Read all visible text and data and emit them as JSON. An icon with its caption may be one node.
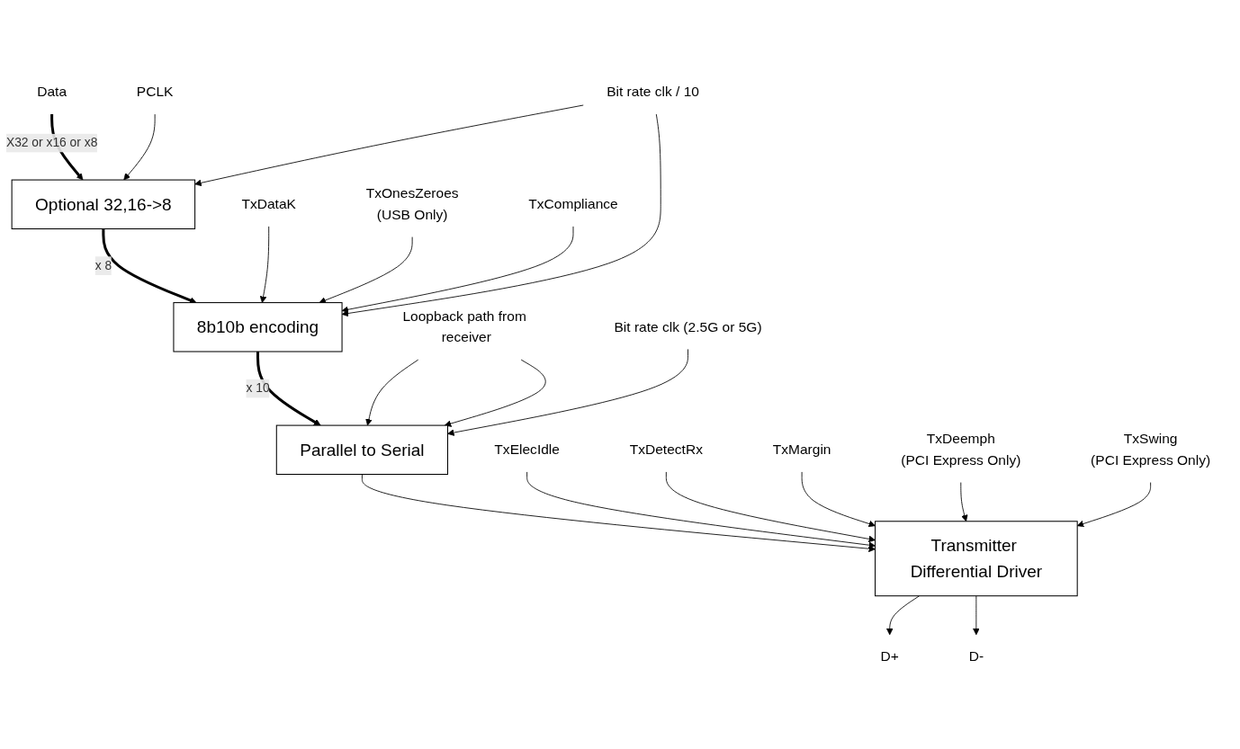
{
  "diagram": {
    "nodes": [
      {
        "text": [
          "Data"
        ]
      },
      {
        "text": [
          "Optional 32,16->8"
        ]
      },
      {
        "text": [
          "PCLK"
        ]
      },
      {
        "text": [
          "TxDataK"
        ]
      },
      {
        "text": [
          "TxOnesZeroes",
          "(USB Only)"
        ]
      },
      {
        "text": [
          "TxCompliance"
        ]
      },
      {
        "text": [
          "8b10b encoding"
        ]
      },
      {
        "text": [
          "Bit rate clk / 10"
        ]
      },
      {
        "text": [
          "Loopback path from receiver"
        ]
      },
      {
        "text": [
          "Parallel to Serial"
        ]
      },
      {
        "text": [
          "Bit rate clk (2.5G or 5G)"
        ]
      },
      {
        "text": [
          "TxElecIdle"
        ]
      },
      {
        "text": [
          "TxDetectRx"
        ]
      },
      {
        "text": [
          "Transmitter Differential Driver"
        ]
      },
      {
        "text": [
          "TxMargin"
        ]
      },
      {
        "text": [
          "TxDeemph",
          "(PCI Express Only)"
        ]
      },
      {
        "text": [
          "TxSwing",
          "(PCI Express Only)"
        ]
      },
      {
        "text": [
          "D+"
        ]
      },
      {
        "text": [
          "D-"
        ]
      }
    ],
    "edges": [
      {
        "from": 0,
        "to": 1,
        "arrow": "to",
        "label": "X32 or x16 or x8",
        "style": "thick"
      },
      {
        "from": 2,
        "to": 1,
        "arrow": "to"
      },
      {
        "from": 7,
        "to": 1,
        "arrow": "to"
      },
      {
        "from": 1,
        "to": 6,
        "arrow": "to",
        "label": "x 8",
        "style": "thick"
      },
      {
        "from": 3,
        "to": 6,
        "arrow": "to"
      },
      {
        "from": 4,
        "to": 6,
        "arrow": "to"
      },
      {
        "from": 5,
        "to": 6,
        "arrow": "to"
      },
      {
        "from": 7,
        "to": 6,
        "arrow": "to"
      },
      {
        "from": 6,
        "to": 9,
        "arrow": "to",
        "label": "x 10",
        "style": "thick"
      },
      {
        "from": 8,
        "to": 9,
        "arrow": "to"
      },
      {
        "from": 8,
        "to": 9,
        "arrow": "to"
      },
      {
        "from": 10,
        "to": 9,
        "arrow": "to"
      },
      {
        "from": 9,
        "to": 13,
        "arrow": "to"
      },
      {
        "from": 11,
        "to": 13,
        "arrow": "to"
      },
      {
        "from": 12,
        "to": 13,
        "arrow": "to"
      },
      {
        "from": 14,
        "to": 13,
        "arrow": "to"
      },
      {
        "from": 15,
        "to": 13,
        "arrow": "to"
      },
      {
        "from": 16,
        "to": 13,
        "arrow": "to"
      },
      {
        "from": 13,
        "to": 17,
        "arrow": "to"
      },
      {
        "from": 13,
        "to": 18,
        "arrow": "to"
      }
    ]
  }
}
